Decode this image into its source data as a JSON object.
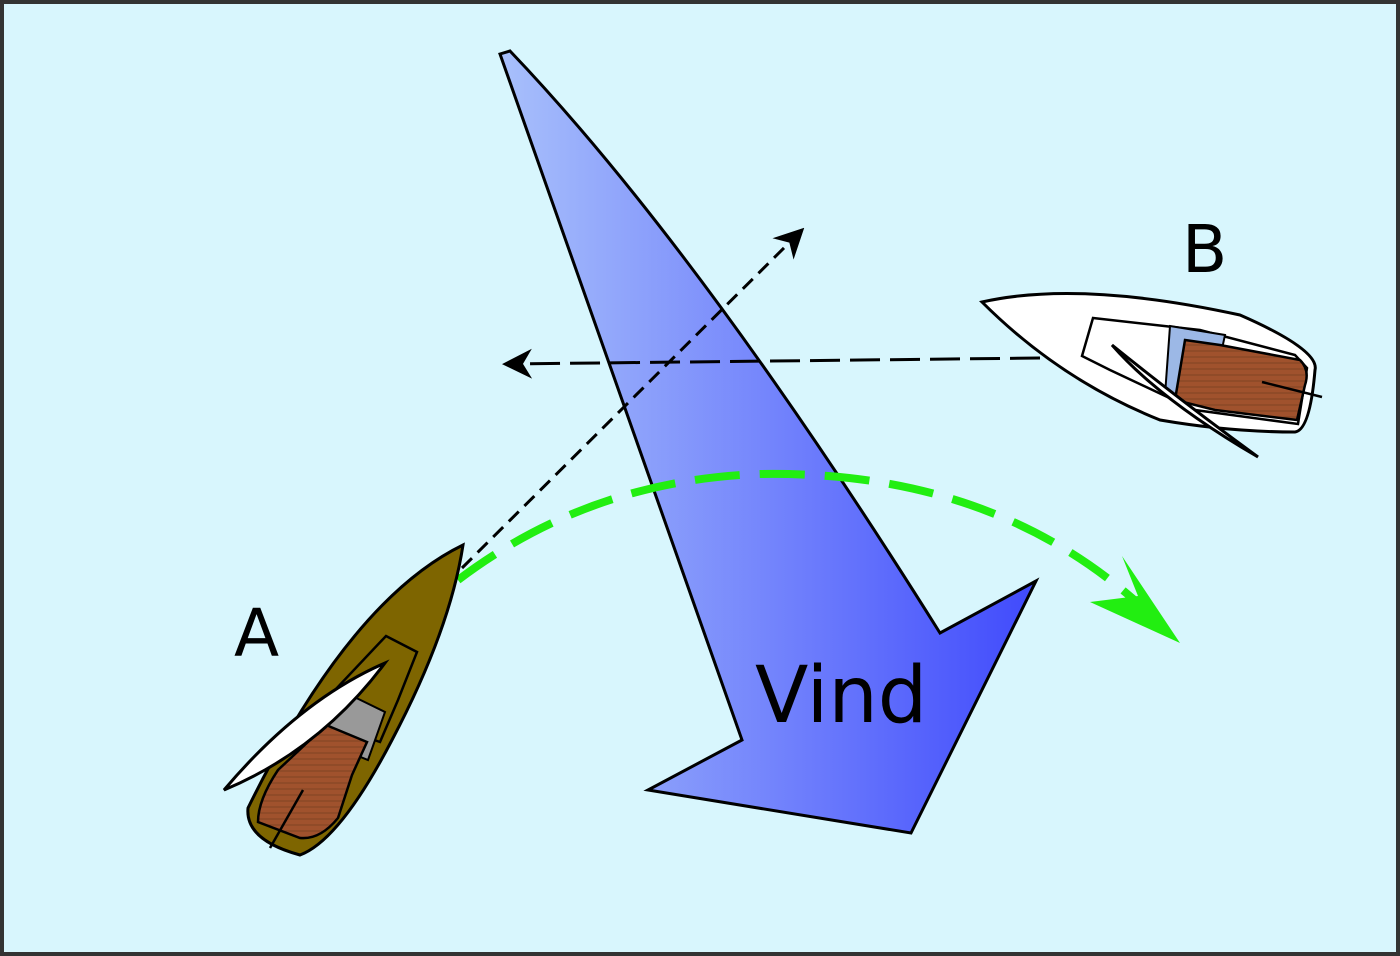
{
  "diagram": {
    "labels": {
      "boat_a": "A",
      "boat_b": "B",
      "wind": "Vind"
    },
    "colors": {
      "water": "#d8f6fd",
      "frame": "#333333",
      "wind_light": "#a8c0fb",
      "wind_dark": "#3f49fc",
      "green_arc": "#22ee11",
      "boat_a_hull": "#7e6500",
      "boat_b_hull": "#ffffff",
      "deck_wood": "#a0522d",
      "cockpit_a": "#999999",
      "cockpit_b": "#9cb8e6",
      "sail": "#ffffff"
    }
  }
}
